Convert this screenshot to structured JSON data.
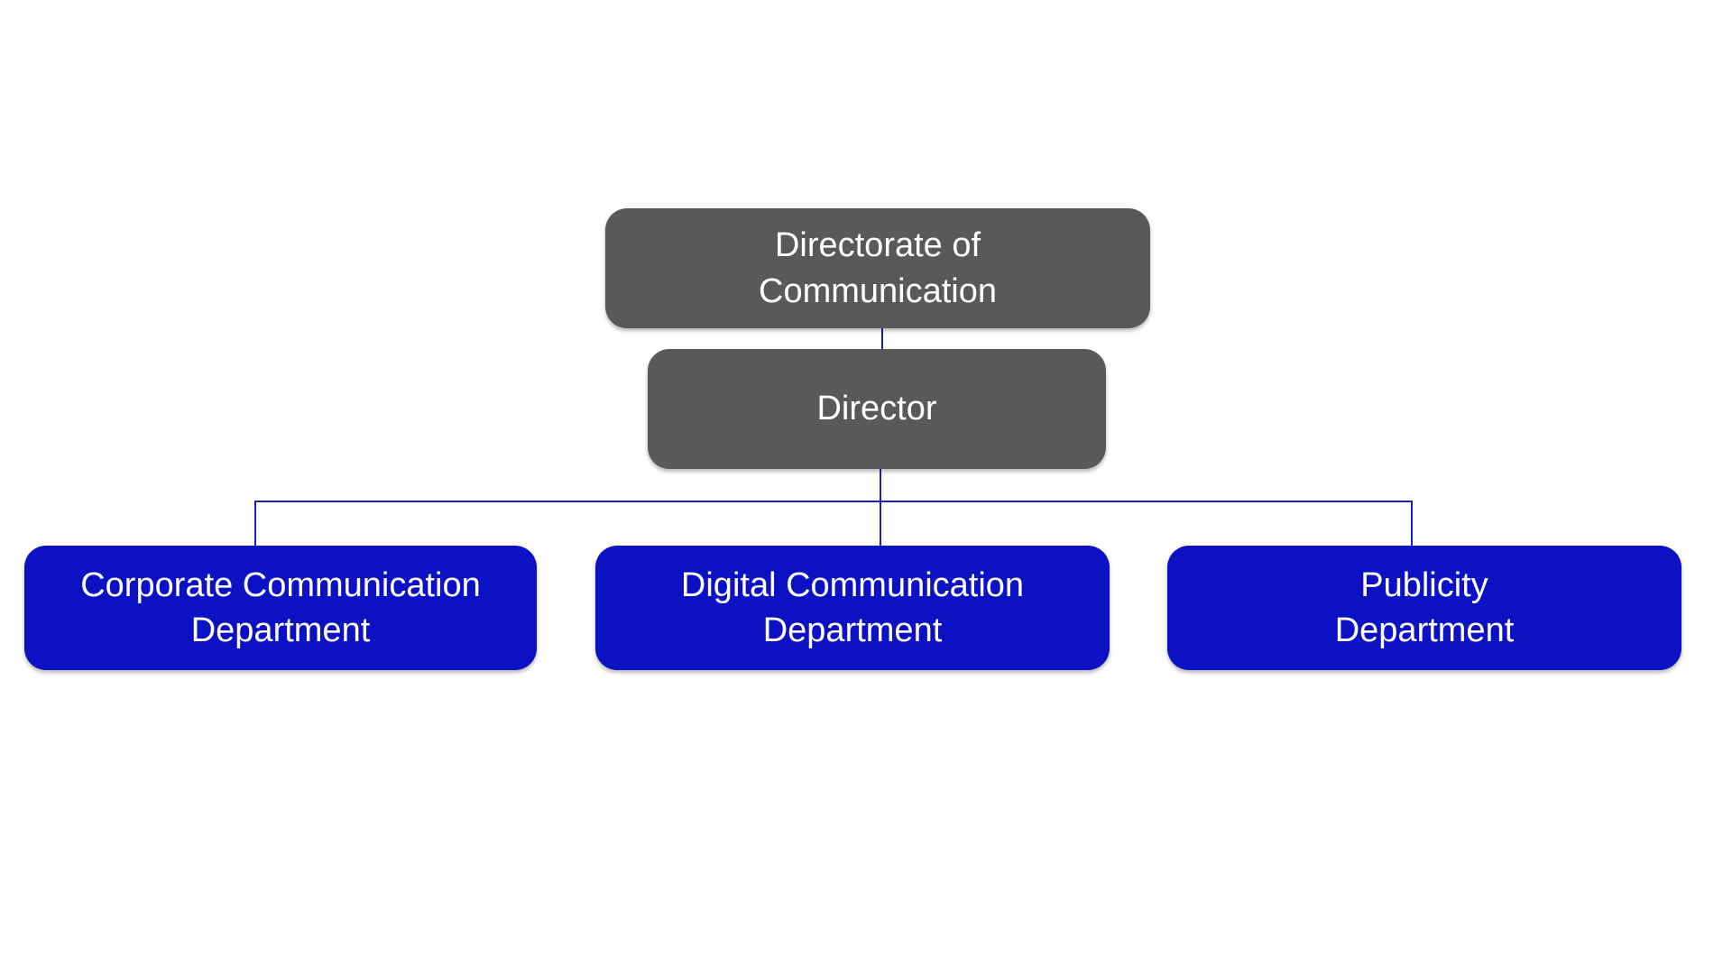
{
  "diagram": {
    "type": "org-chart",
    "background": "#ffffff",
    "colors": {
      "leadership_node_fill": "#595959",
      "department_node_fill": "#0c12c4",
      "node_text": "#ffffff",
      "connector": "#1c20c0"
    },
    "nodes": [
      {
        "id": "directorate",
        "level": 1,
        "label": "Directorate of\nCommunication"
      },
      {
        "id": "director",
        "level": 2,
        "label": "Director"
      },
      {
        "id": "corporate-communication-department",
        "level": 3,
        "label": "Corporate Communication\nDepartment"
      },
      {
        "id": "digital-communication-department",
        "level": 3,
        "label": "Digital Communication\nDepartment"
      },
      {
        "id": "publicity-department",
        "level": 3,
        "label": "Publicity\nDepartment"
      }
    ],
    "edges": [
      {
        "from": "directorate",
        "to": "director"
      },
      {
        "from": "director",
        "to": "corporate-communication-department"
      },
      {
        "from": "director",
        "to": "digital-communication-department"
      },
      {
        "from": "director",
        "to": "publicity-department"
      }
    ]
  }
}
